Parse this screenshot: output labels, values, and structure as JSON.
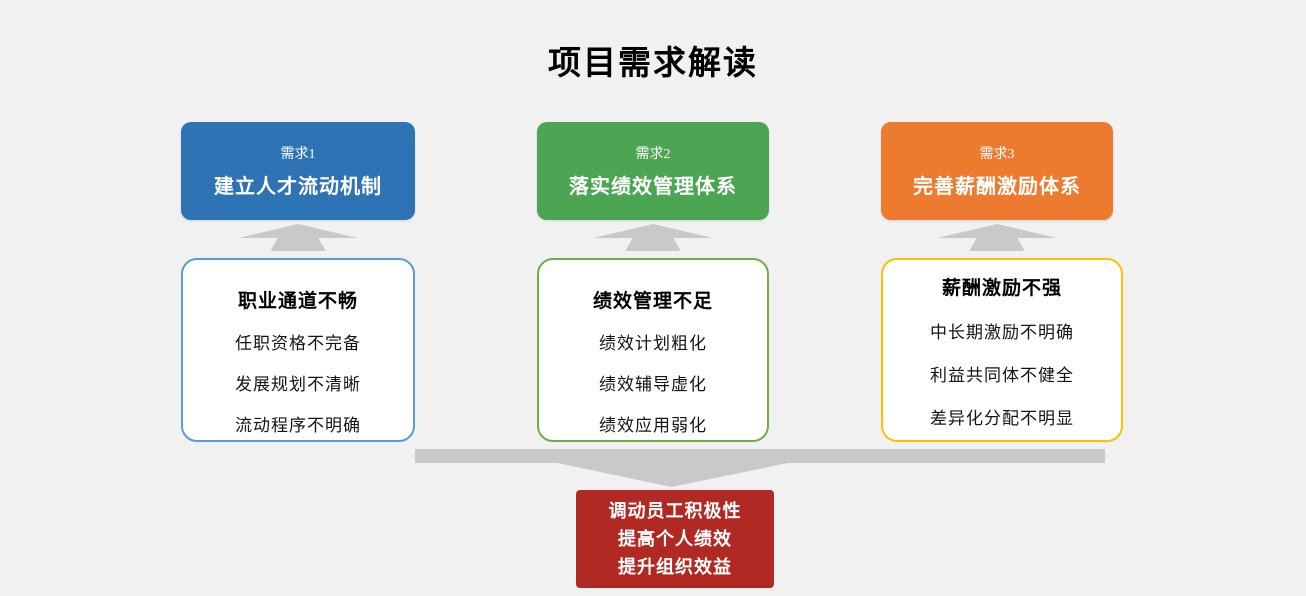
{
  "title": "项目需求解读",
  "columns": [
    {
      "tag": "需求1",
      "header": "建立人才流动机制",
      "header_color": "#2E74B5",
      "border_color": "#5B9BD5",
      "problem_title": "职业通道不畅",
      "items": [
        "任职资格不完备",
        "发展规划不清晰",
        "流动程序不明确"
      ]
    },
    {
      "tag": "需求2",
      "header": "落实绩效管理体系",
      "header_color": "#4BA552",
      "border_color": "#70AD47",
      "problem_title": "绩效管理不足",
      "items": [
        "绩效计划粗化",
        "绩效辅导虚化",
        "绩效应用弱化"
      ]
    },
    {
      "tag": "需求3",
      "header": "完善薪酬激励体系",
      "header_color": "#EC7A2F",
      "border_color": "#FFC000",
      "problem_title": "薪酬激励不强",
      "items": [
        "中长期激励不明确",
        "利益共同体不健全",
        "差异化分配不明显"
      ]
    }
  ],
  "result": {
    "lines": [
      "调动员工积极性",
      "提高个人绩效",
      "提升组织效益"
    ],
    "background_color": "#B02A23"
  },
  "colors": {
    "background": "#F1F1F2",
    "arrow_gray": "#C9C9C9"
  }
}
